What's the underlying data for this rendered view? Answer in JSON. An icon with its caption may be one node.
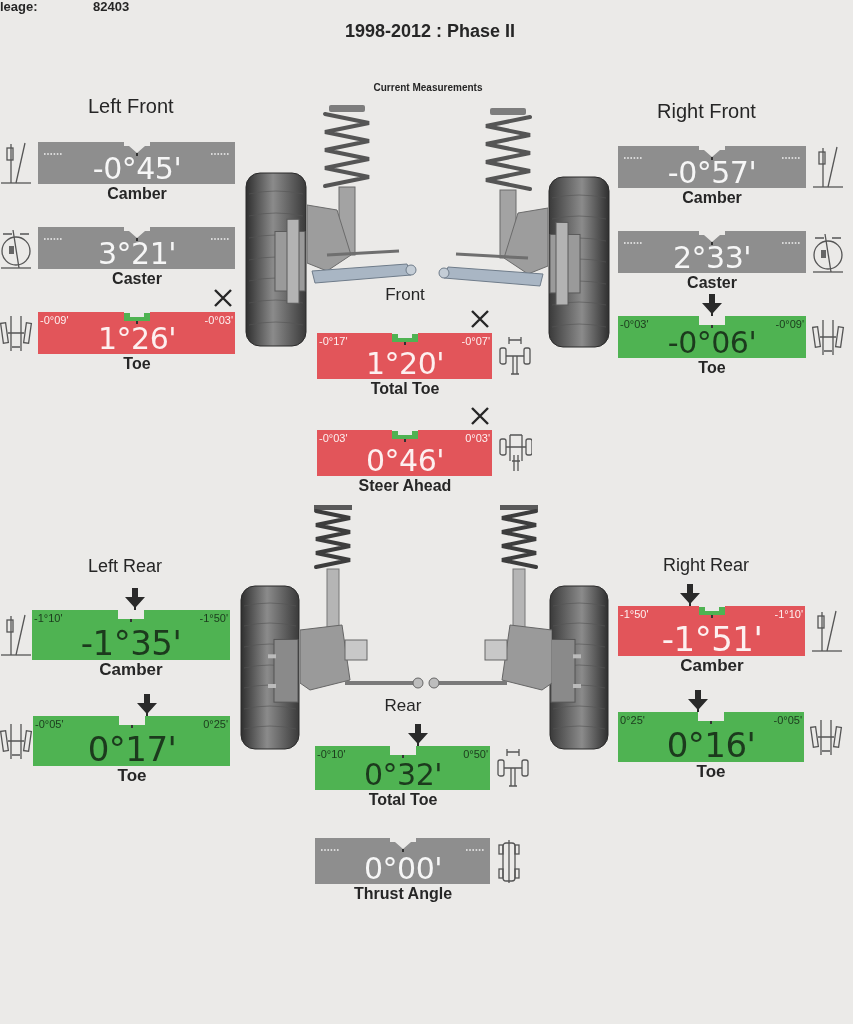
{
  "diagram": {
    "title": "1998-2012 : Phase II",
    "nodes": [
      {
        "text": [
          "-0°45'",
          "Camber"
        ]
      },
      {
        "text": [
          "-0°57'",
          "Camber"
        ]
      },
      {
        "text": [
          "3°21'",
          "Caster"
        ]
      },
      {
        "text": [
          "2°33'",
          "Caster"
        ]
      },
      {
        "text": [
          "-0°09'",
          "-0°03'",
          "1°26'",
          "Toe"
        ]
      },
      {
        "text": [
          "-0°03'",
          "-0°09'",
          "-0°06'",
          "Toe"
        ]
      },
      {
        "text": [
          "-0°17'",
          "-0°07'",
          "1°20'",
          "Total Toe"
        ]
      },
      {
        "text": [
          "-0°03'",
          "0°03'",
          "0°46'",
          "Steer Ahead"
        ]
      },
      {
        "text": [
          "-1°10'",
          "-1°50'",
          "-1°35'",
          "Camber"
        ]
      },
      {
        "text": [
          "-1°50'",
          "-1°10'",
          "-1°51'",
          "Camber"
        ]
      },
      {
        "text": [
          "-0°05'",
          "0°25'",
          "0°17'",
          "Toe"
        ]
      },
      {
        "text": [
          "0°25'",
          "-0°05'",
          "0°16'",
          "Toe"
        ]
      },
      {
        "text": [
          "-0°10'",
          "0°50'",
          "0°32'",
          "Total Toe"
        ]
      },
      {
        "text": [
          "0°00'",
          "Thrust Angle"
        ]
      }
    ],
    "labels": [
      "leage:",
      "82403",
      "Current Measurements",
      "Left Front",
      "Right Front",
      "Front",
      "Left Rear",
      "Right Rear",
      "Rear"
    ]
  }
}
